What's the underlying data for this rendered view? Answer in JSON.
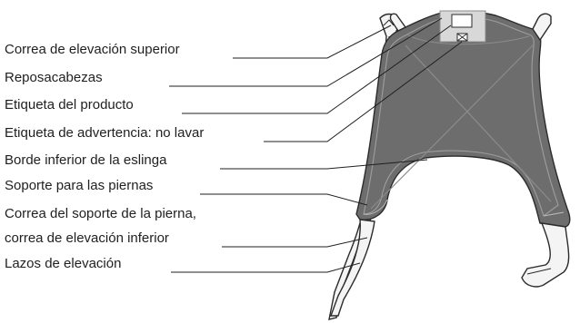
{
  "labels": [
    "Correa de elevación superior",
    "Reposacabezas",
    "Etiqueta del producto",
    "Etiqueta de advertencia: no lavar",
    "Borde inferior de la eslinga",
    "Soporte para las piernas",
    "Correa del soporte de la pierna,",
    "correa de elevación inferior",
    "Lazos de elevación"
  ]
}
